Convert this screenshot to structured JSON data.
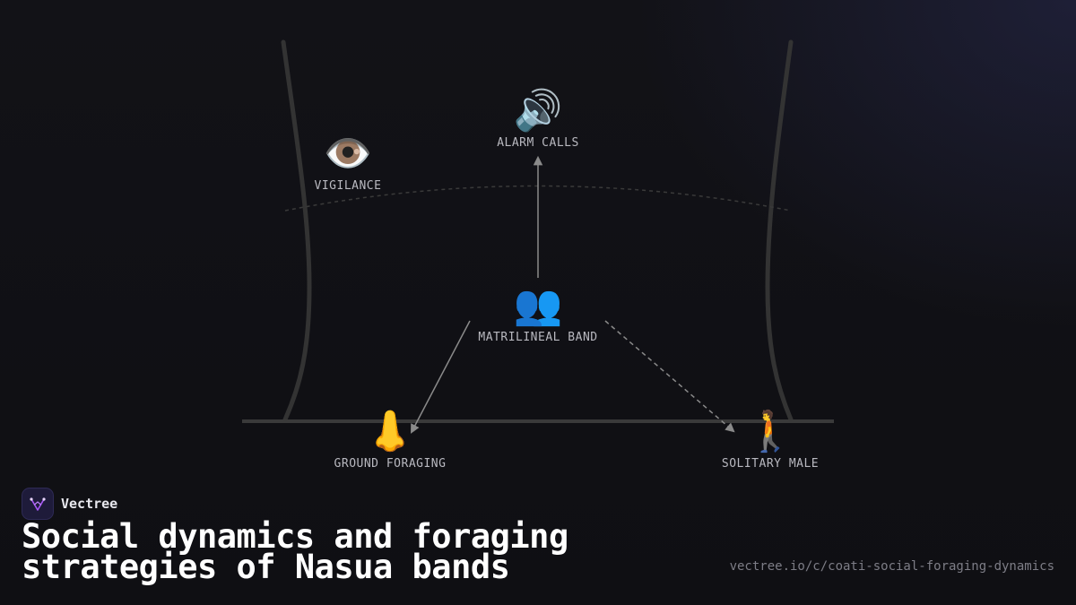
{
  "diagram": {
    "nodes": {
      "alarm_calls": {
        "label": "ALARM CALLS",
        "icon": "loudspeaker-icon",
        "glyph": "🔊"
      },
      "vigilance": {
        "label": "VIGILANCE",
        "icon": "eye-icon",
        "glyph": "👁️"
      },
      "matrilineal_band": {
        "label": "MATRILINEAL BAND",
        "icon": "people-icon",
        "glyph": "👥"
      },
      "ground_foraging": {
        "label": "GROUND FORAGING",
        "icon": "nose-icon",
        "glyph": "👃"
      },
      "solitary_male": {
        "label": "SOLITARY MALE",
        "icon": "walking-person-icon",
        "glyph": "🚶"
      }
    },
    "edges": [
      {
        "from": "matrilineal_band",
        "to": "alarm_calls",
        "style": "solid"
      },
      {
        "from": "matrilineal_band",
        "to": "ground_foraging",
        "style": "solid"
      },
      {
        "from": "matrilineal_band",
        "to": "solitary_male",
        "style": "dashed"
      }
    ]
  },
  "brand": {
    "name": "Vectree"
  },
  "title": "Social dynamics and foraging strategies of Nasua bands",
  "url": "vectree.io/c/coati-social-foraging-dynamics",
  "colors": {
    "background": "#111116",
    "line": "#333333",
    "arrow": "#8a8a8a",
    "logo": "#a855f7"
  }
}
